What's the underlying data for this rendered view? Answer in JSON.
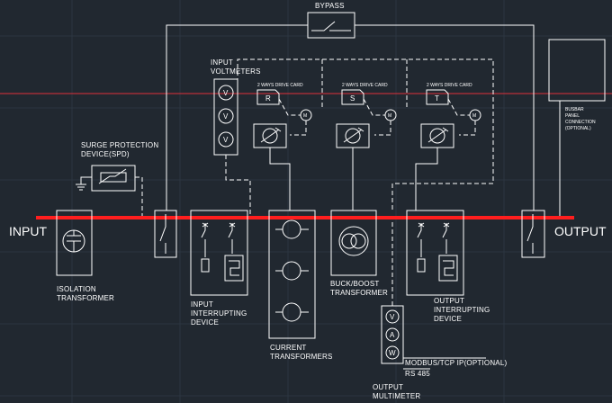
{
  "colors": {
    "background": "#212830",
    "bus": "#ff1e1e",
    "wire": "#ffffff",
    "redline": "#e0303a"
  },
  "labels": {
    "input": "INPUT",
    "output": "OUTPUT",
    "bypass": "BYPASS",
    "spd_1": "SURGE PROTECTION",
    "spd_2": "DEVICE(SPD)",
    "voltmeters_1": "INPUT",
    "voltmeters_2": "VOLTMETERS",
    "isolation_1": "ISOLATION",
    "isolation_2": "TRANSFORMER",
    "input_int_1": "INPUT",
    "input_int_2": "INTERRUPTING",
    "input_int_3": "DEVICE",
    "ct_1": "CURRENT",
    "ct_2": "TRANSFORMERS",
    "buck_1": "BUCK/BOOST",
    "buck_2": "TRANSFORMER",
    "output_int_1": "OUTPUT",
    "output_int_2": "INTERRUPTING",
    "output_int_3": "DEVICE",
    "multimeter_1": "OUTPUT",
    "multimeter_2": "MULTIMETER",
    "modbus": "MODBUS/TCP IP(OPTIONAL)",
    "rs485": "RS 485",
    "busbar_1": "BUSBAR",
    "busbar_2": "PANEL",
    "busbar_3": "CONNECTION",
    "busbar_4": "(OPTIONAL)",
    "drive_card_r": "2 WAYS DRIVE CARD",
    "drive_card_s": "2 WAYS DRIVE CARD",
    "drive_card_t": "2 WAYS DRIVE CARD",
    "phase_r": "R",
    "phase_s": "S",
    "phase_t": "T",
    "motor": "M",
    "v1": "V",
    "v2": "V",
    "v3": "V",
    "meter_v": "V",
    "meter_a": "A",
    "meter_w": "W"
  }
}
